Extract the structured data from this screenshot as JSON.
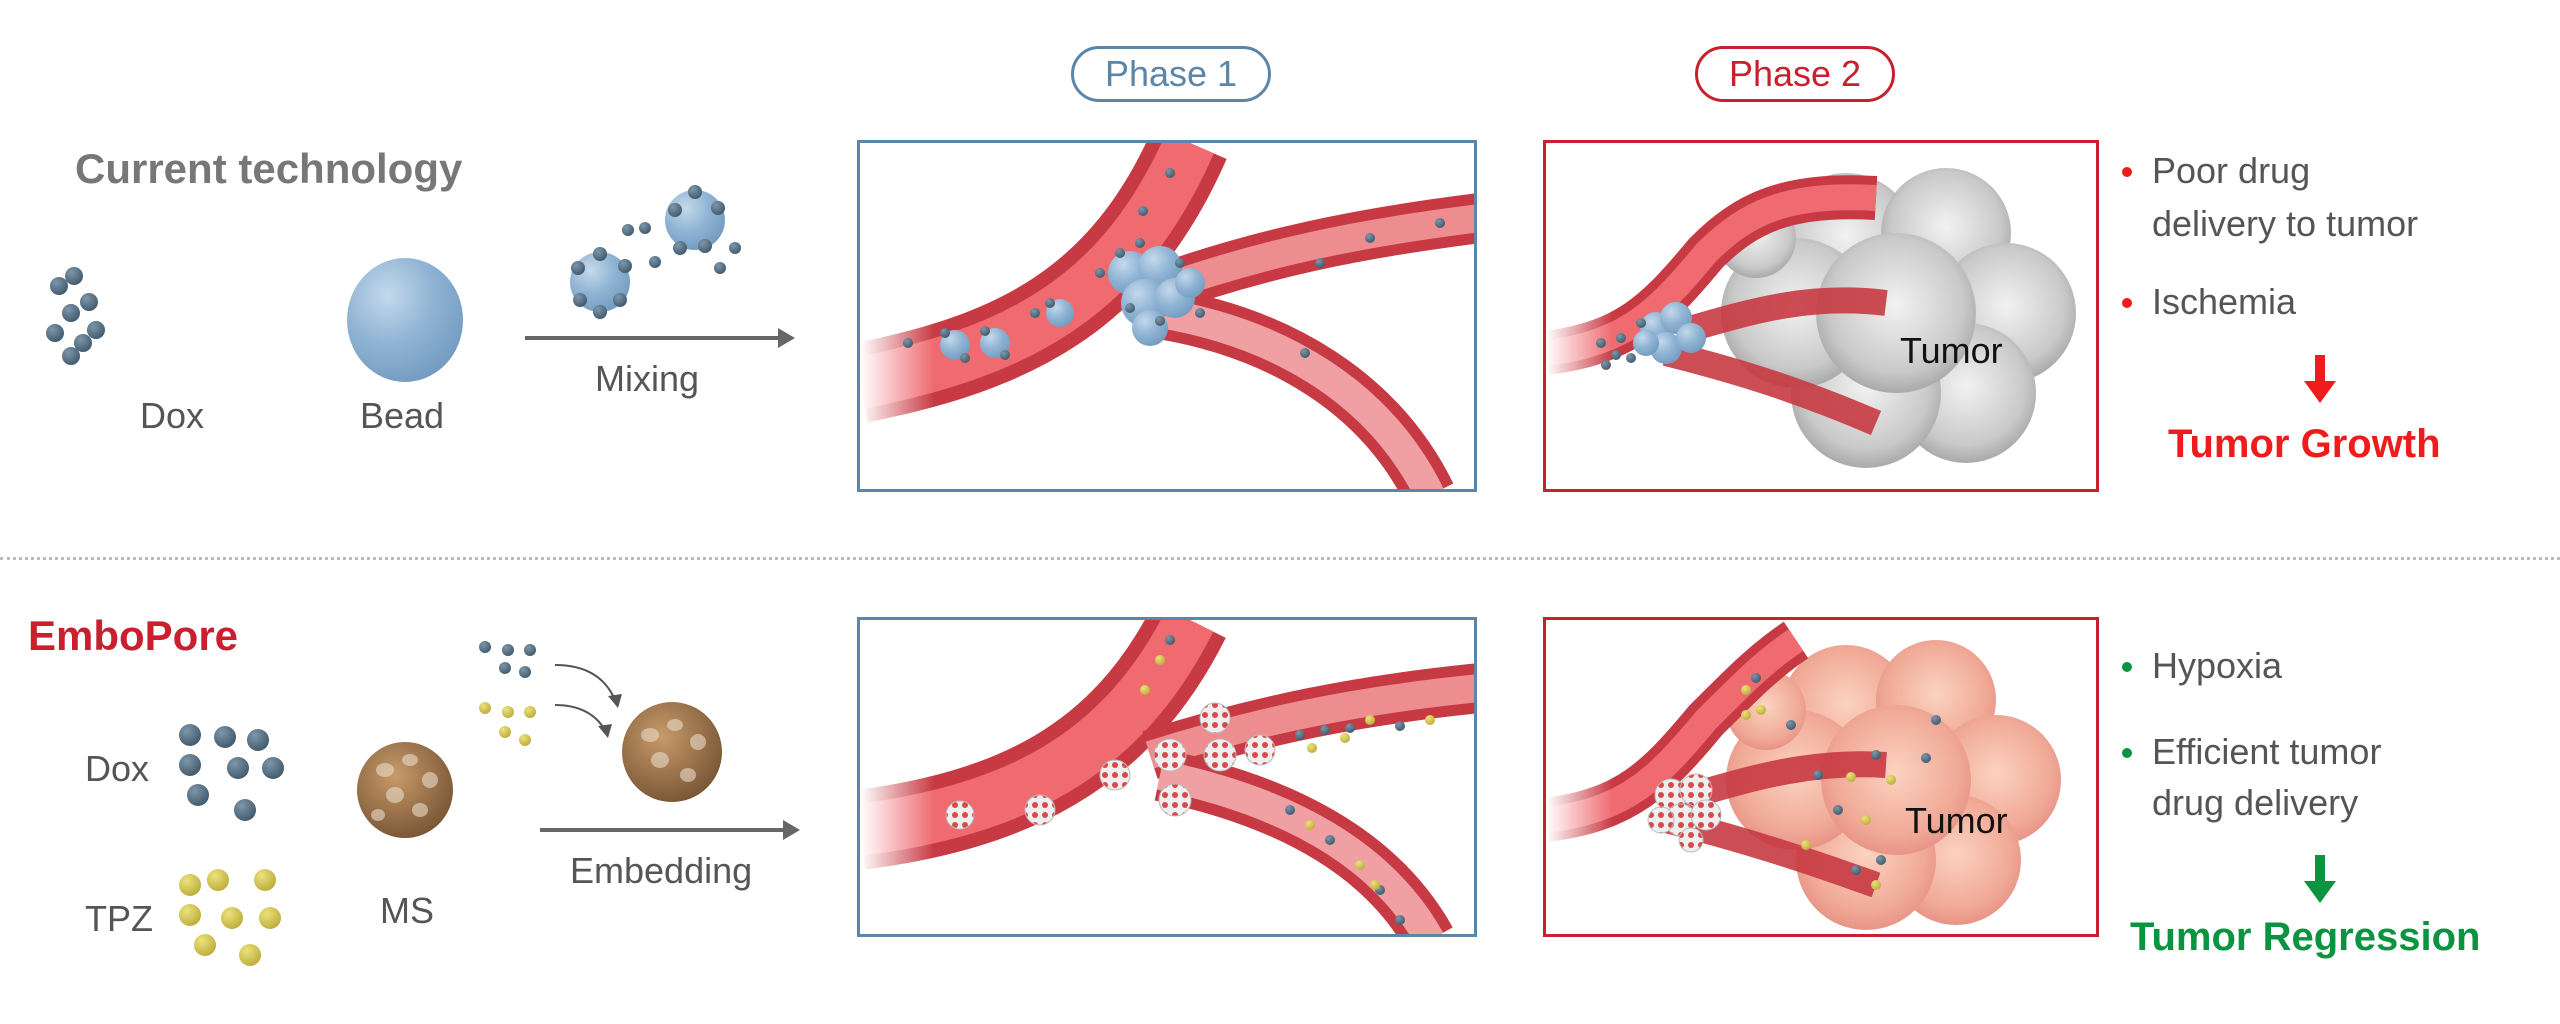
{
  "phases": {
    "phase1": "Phase 1",
    "phase2": "Phase 2"
  },
  "current": {
    "title": "Current technology",
    "dox_label": "Dox",
    "bead_label": "Bead",
    "process_label": "Mixing",
    "tumor_label": "Tumor",
    "outcomes": [
      "Poor drug",
      "delivery to tumor",
      "Ischemia"
    ],
    "result": "Tumor Growth"
  },
  "embopore": {
    "title": "EmboPore",
    "dox_label": "Dox",
    "tpz_label": "TPZ",
    "ms_label": "MS",
    "process_label": "Embedding",
    "tumor_label": "Tumor",
    "outcomes": [
      "Hypoxia",
      "Efficient tumor",
      "drug delivery"
    ],
    "result": "Tumor Regression"
  },
  "colors": {
    "phase1": "#5b86a8",
    "phase2": "#c8202f",
    "current_title": "#777777",
    "embopore_title": "#c8202f",
    "bad": "#ee1c1c",
    "good": "#0a9440",
    "dox": "#4a6478",
    "tpz": "#d4c44a",
    "bead": "#8fb3d3",
    "vessel": "#d8434b"
  }
}
